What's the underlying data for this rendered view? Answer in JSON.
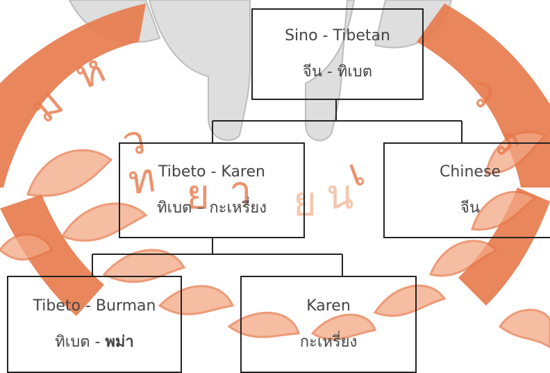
{
  "diagram": {
    "colors": {
      "watermark_orange": "#e7794a",
      "watermark_gray": "#cfcfcf",
      "line": "#222222",
      "text": "#444444"
    },
    "nodes": {
      "sino_tibetan": {
        "en": "Sino - Tibetan",
        "th": "จีน - ทิเบต"
      },
      "tibeto_karen": {
        "en": "Tibeto - Karen",
        "th": "ทิเบต – กะเหรี่ยง"
      },
      "chinese": {
        "en": "Chinese",
        "th": "จีน"
      },
      "tibeto_burman": {
        "en": "Tibeto - Burman",
        "th_prefix": "ทิเบต - ",
        "th_bold": "พม่า"
      },
      "karen": {
        "en": "Karen",
        "th": "กะเหรี่ยง"
      }
    },
    "watermark": {
      "seal_text": "มหาวิทยาลัยนเรศวร"
    }
  }
}
